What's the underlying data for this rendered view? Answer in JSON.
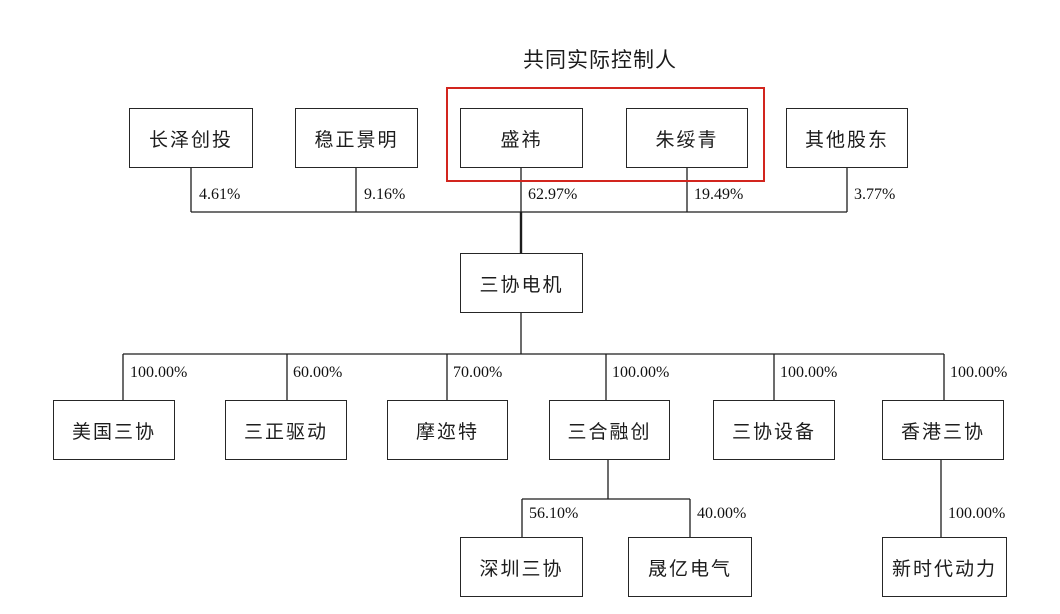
{
  "title": "共同实际控制人",
  "company": {
    "name": "三协电机"
  },
  "shareholders": [
    {
      "name": "长泽创投",
      "pct": "4.61%",
      "highlighted": false
    },
    {
      "name": "稳正景明",
      "pct": "9.16%",
      "highlighted": false
    },
    {
      "name": "盛祎",
      "pct": "62.97%",
      "highlighted": true
    },
    {
      "name": "朱绥青",
      "pct": "19.49%",
      "highlighted": true
    },
    {
      "name": "其他股东",
      "pct": "3.77%",
      "highlighted": false
    }
  ],
  "subsidiaries": [
    {
      "name": "美国三协",
      "pct": "100.00%"
    },
    {
      "name": "三正驱动",
      "pct": "60.00%"
    },
    {
      "name": "摩迩特",
      "pct": "70.00%"
    },
    {
      "name": "三合融创",
      "pct": "100.00%"
    },
    {
      "name": "三协设备",
      "pct": "100.00%"
    },
    {
      "name": "香港三协",
      "pct": "100.00%"
    }
  ],
  "second_tier": [
    {
      "name": "深圳三协",
      "pct": "56.10%",
      "parent": "三合融创"
    },
    {
      "name": "晟亿电气",
      "pct": "40.00%",
      "parent": "三合融创"
    },
    {
      "name": "新时代动力",
      "pct": "100.00%",
      "parent": "香港三协"
    }
  ],
  "colors": {
    "highlight_border": "#d2251e",
    "line": "#1c1c1c",
    "box_background": "#ffffff"
  }
}
